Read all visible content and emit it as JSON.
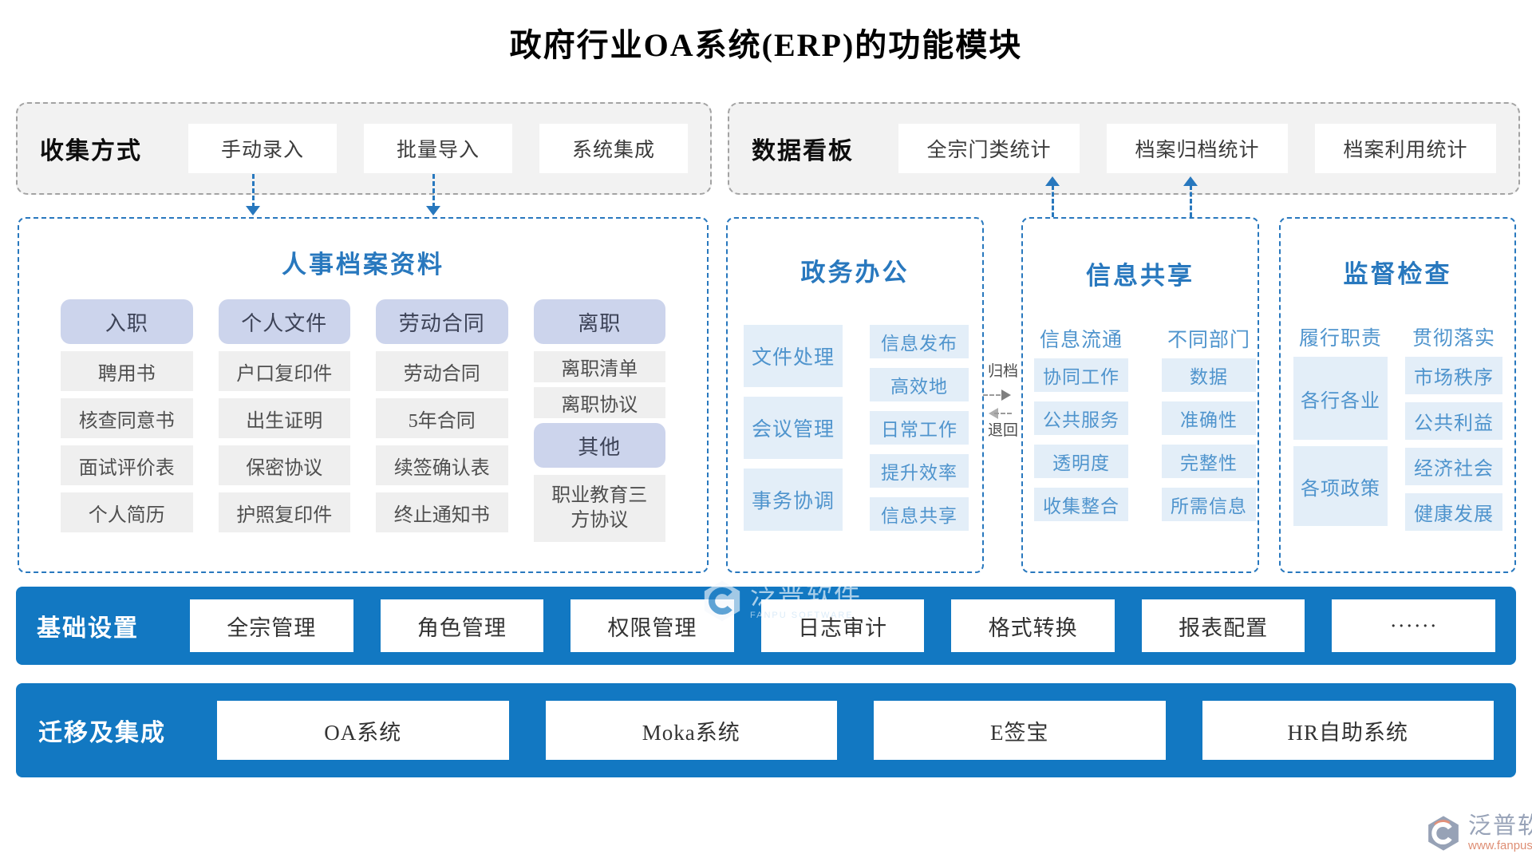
{
  "title": "政府行业OA系统(ERP)的功能模块",
  "collection": {
    "label": "收集方式",
    "items": [
      "手动录入",
      "批量导入",
      "系统集成"
    ]
  },
  "dashboard": {
    "label": "数据看板",
    "items": [
      "全宗门类统计",
      "档案归档统计",
      "档案利用统计"
    ]
  },
  "personnel": {
    "title": "人事档案资料",
    "col1": {
      "header": "入职",
      "items": [
        "聘用书",
        "核查同意书",
        "面试评价表",
        "个人简历"
      ]
    },
    "col2": {
      "header": "个人文件",
      "items": [
        "户口复印件",
        "出生证明",
        "保密协议",
        "护照复印件"
      ]
    },
    "col3": {
      "header": "劳动合同",
      "items": [
        "劳动合同",
        "5年合同",
        "续签确认表",
        "终止通知书"
      ]
    },
    "col4a": {
      "header": "离职",
      "items": [
        "离职清单",
        "离职协议"
      ]
    },
    "col4b": {
      "header": "其他",
      "items": [
        "职业教育三方协议"
      ]
    }
  },
  "gov_office": {
    "title": "政务办公",
    "left": [
      "文件处理",
      "会议管理",
      "事务协调"
    ],
    "right": [
      "信息发布",
      "高效地",
      "日常工作",
      "提升效率",
      "信息共享"
    ]
  },
  "flow": {
    "archive": "归档",
    "back": "退回"
  },
  "info_sharing": {
    "title": "信息共享",
    "col1": {
      "header": "信息流通",
      "items": [
        "协同工作",
        "公共服务",
        "透明度",
        "收集整合"
      ]
    },
    "col2": {
      "header": "不同部门",
      "items": [
        "数据",
        "准确性",
        "完整性",
        "所需信息"
      ]
    }
  },
  "supervision": {
    "title": "监督检查",
    "col1": {
      "header": "履行职责",
      "items": [
        "各行各业",
        "各项政策"
      ]
    },
    "col2": {
      "header": "贯彻落实",
      "items": [
        "市场秩序",
        "公共利益",
        "经济社会",
        "健康发展"
      ]
    }
  },
  "basic_settings": {
    "label": "基础设置",
    "items": [
      "全宗管理",
      "角色管理",
      "权限管理",
      "日志审计",
      "格式转换",
      "报表配置",
      "······"
    ]
  },
  "migration": {
    "label": "迁移及集成",
    "items": [
      "OA系统",
      "Moka系统",
      "E签宝",
      "HR自助系统"
    ]
  },
  "watermark": {
    "brand": "泛普软件",
    "brand_en": "FANPU SOFTWARE",
    "url": "www.fanpusoft.com"
  },
  "colors": {
    "accent_blue": "#2878be",
    "bar_blue": "#1278c2",
    "light_blue_bg": "#e3eef8",
    "blue_text": "#4f94cd",
    "pill_bg": "#ccd4ec",
    "item_bg": "#efefef",
    "panel_gray_bg": "#f2f2f2",
    "logo_gray": "#98a3b8",
    "logo_salmon": "#de8e74"
  }
}
